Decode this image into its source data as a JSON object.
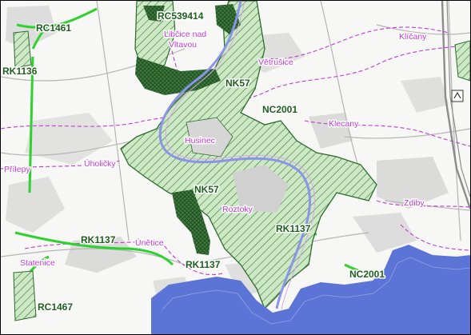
{
  "map": {
    "colors": {
      "background": "#f7f7f5",
      "builtup": "#c8c8c8",
      "roads": "#b5b5b5",
      "boundary": "#c23ad6",
      "biocorridor": "#2fd12f",
      "habitat_fill": "#cde8c4",
      "habitat_edge": "#2b6b2b",
      "water": "#5c74d6",
      "river": "#8a94e8",
      "code_label": "#1d5f1d"
    },
    "labels": {
      "rc539414": "RC539414",
      "rc1461": "RC1461",
      "rk1136": "RK1136",
      "nk57_north": "NK57",
      "nc2001_north": "NC2001",
      "nk57_south": "NK57",
      "rk1137_east": "RK1137",
      "rk1137_west": "RK1137",
      "rk1137_south": "RK1137",
      "nc2001_south": "NC2001",
      "rc1467": "RC1467"
    },
    "towns": {
      "libcice_line1": "Libčice nad",
      "libcice_line2": "Vltavou",
      "vetrusice": "Větrušice",
      "klicany": "Klíčany",
      "klecany": "Klecany",
      "husinec": "Husinec",
      "prilepy": "Přílepy",
      "uholicky": "Úholičky",
      "roztoky": "Roztoky",
      "zdiby": "Zdiby",
      "unetice": "Únětice",
      "statenice": "Statenice"
    },
    "icons": {
      "motorway_shield": "motorway-shield-icon"
    }
  }
}
